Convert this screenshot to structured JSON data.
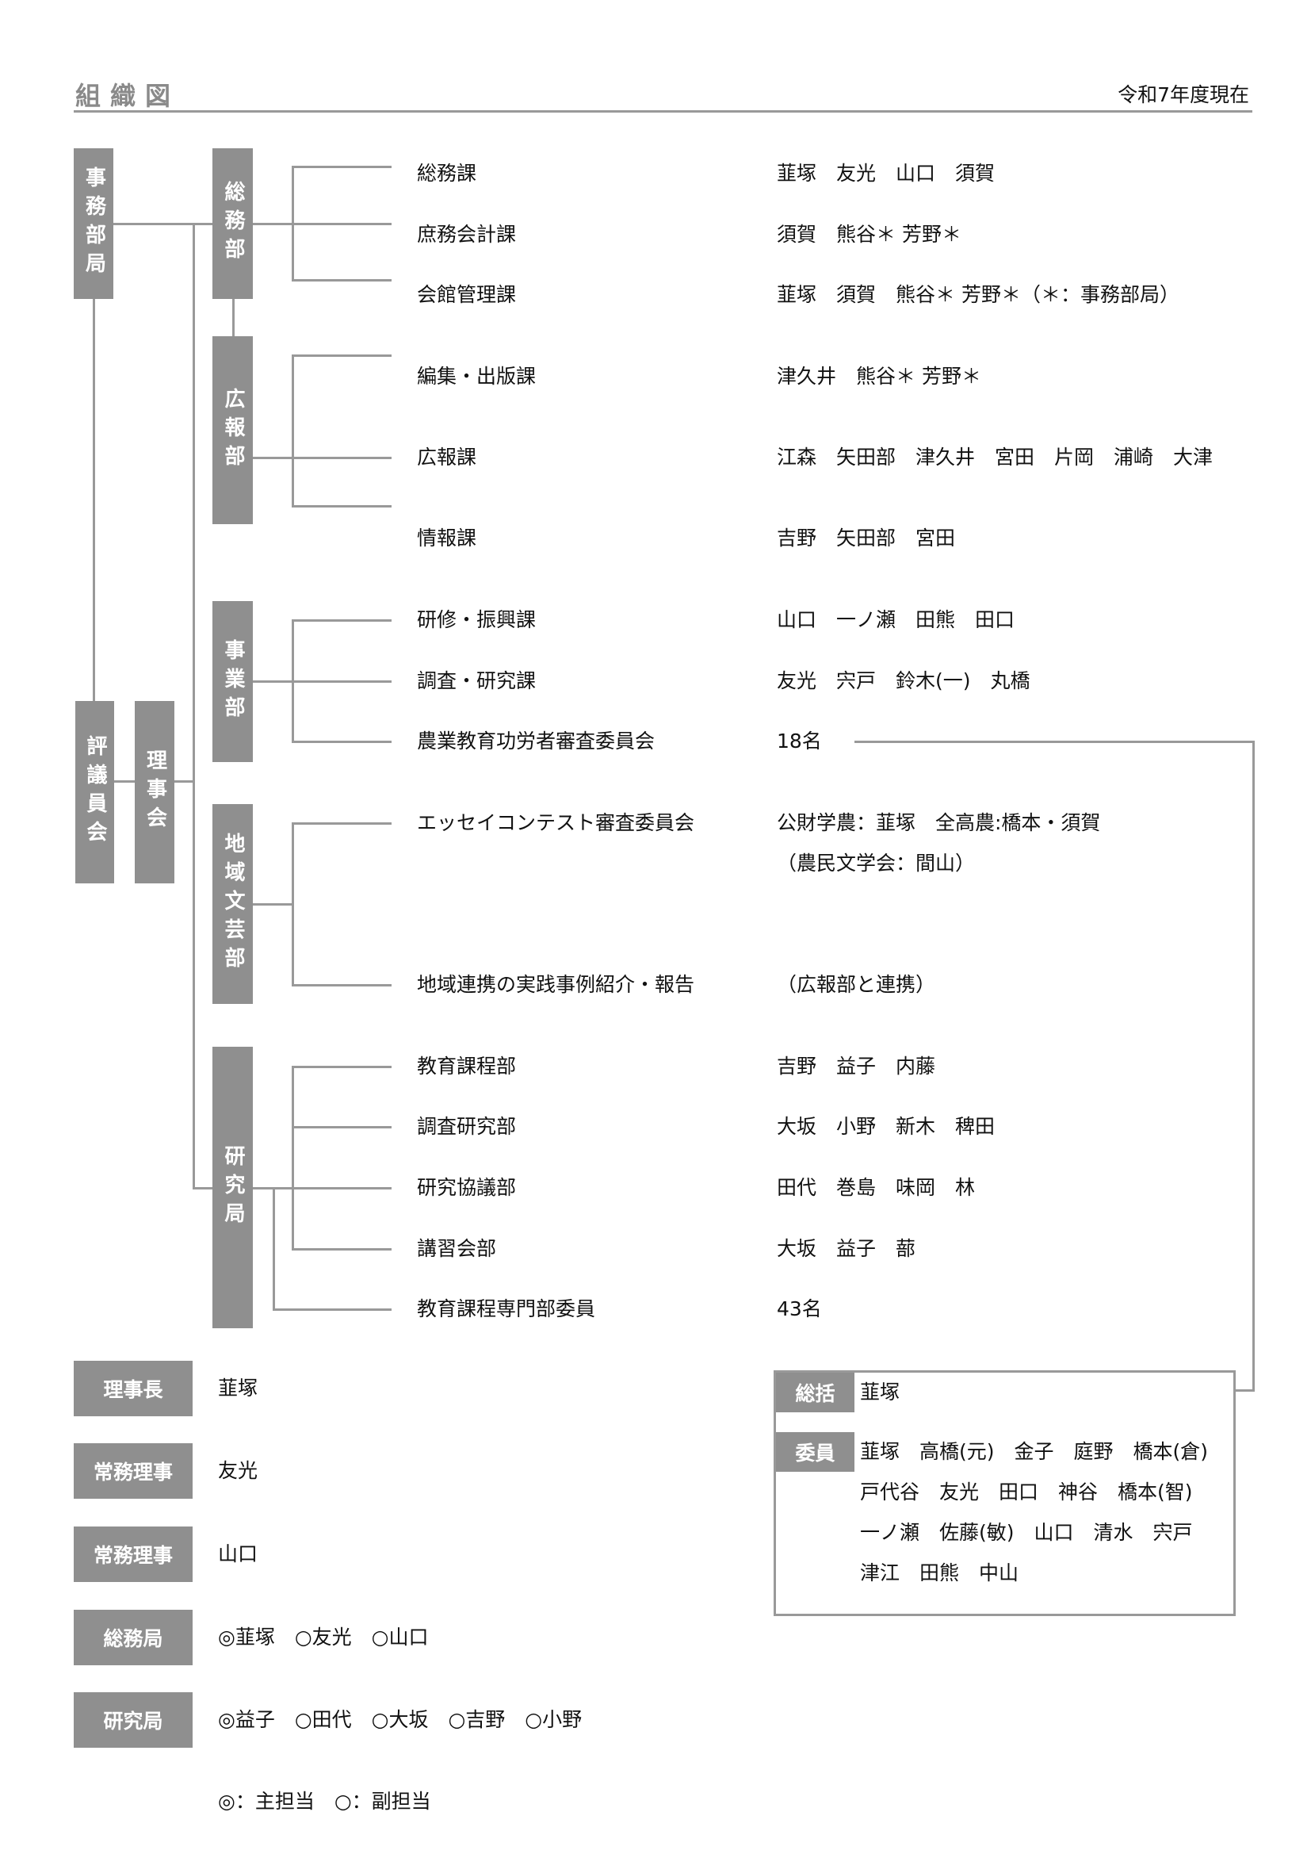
{
  "header": {
    "title": "組織図",
    "as_of": "令和7年度現在"
  },
  "units": {
    "jimu": "事務部局",
    "hyogi": "評議員会",
    "rijikai": "理事会",
    "somu": "総務部",
    "koho": "広報部",
    "jigyo": "事業部",
    "chiiki": "地域文芸部",
    "kenkyu": "研究局"
  },
  "rows": [
    {
      "name": "総務課",
      "members": "韮塚　友光　山口　須賀"
    },
    {
      "name": "庶務会計課",
      "members": "須賀　熊谷＊ 芳野＊"
    },
    {
      "name": "会館管理課",
      "members": "韮塚　須賀　熊谷＊ 芳野＊（＊：事務部局）"
    },
    {
      "name": "編集・出版課",
      "members": "津久井　熊谷＊ 芳野＊"
    },
    {
      "name": "広報課",
      "members": "江森　矢田部　津久井　宮田　片岡　浦崎　大津"
    },
    {
      "name": "情報課",
      "members": "吉野　矢田部　宮田"
    },
    {
      "name": "研修・振興課",
      "members": "山口　一ノ瀬　田熊　田口"
    },
    {
      "name": "調査・研究課",
      "members": "友光　宍戸　鈴木(一)　丸橋"
    },
    {
      "name": "農業教育功労者審査委員会",
      "members": "18名"
    },
    {
      "name": "エッセイコンテスト審査委員会",
      "members": "公財学農：韮塚　全高農:橋本・須賀",
      "members2": "（農民文学会：間山）"
    },
    {
      "name": "地域連携の実践事例紹介・報告",
      "members": "（広報部と連携）"
    },
    {
      "name": "教育課程部",
      "members": "吉野　益子　内藤"
    },
    {
      "name": "調査研究部",
      "members": "大坂　小野　新木　稗田"
    },
    {
      "name": "研究協議部",
      "members": "田代　巻島　味岡　林"
    },
    {
      "name": "講習会部",
      "members": "大坂　益子　蔀"
    },
    {
      "name": "教育課程専門部委員",
      "members": "43名"
    }
  ],
  "officers": [
    {
      "role": "理事長",
      "value": "韮塚"
    },
    {
      "role": "常務理事",
      "value": "友光"
    },
    {
      "role": "常務理事",
      "value": "山口"
    },
    {
      "role": "総務局",
      "value": "◎韮塚　○友光　○山口"
    },
    {
      "role": "研究局",
      "value": "◎益子　○田代　○大坂　○吉野　○小野"
    }
  ],
  "legend": "◎：主担当　○：副担当",
  "committee": {
    "lead_label": "総括",
    "lead": "韮塚",
    "members_label": "委員",
    "members_lines": [
      "韮塚　高橋(元)　金子　庭野　橋本(倉)",
      "戸代谷　友光　田口　神谷　橋本(智)",
      "一ノ瀬　佐藤(敏)　山口　清水　宍戸",
      "津江　田熊　中山"
    ]
  }
}
